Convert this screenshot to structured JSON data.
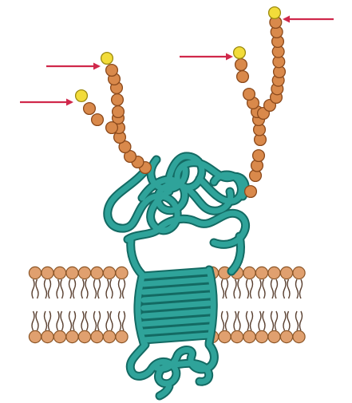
{
  "diagram": {
    "colors": {
      "background": "#ffffff",
      "sugar_bead": "#D9894B",
      "sugar_bead_edge": "#8C4A1C",
      "terminal_bead": "#F2DC3A",
      "terminal_bead_edge": "#9C8A10",
      "protein": "#2FA39A",
      "protein_edge": "#136A63",
      "lipid_head": "#E0A06F",
      "lipid_head_edge": "#8B5526",
      "lipid_tail": "#5A4030",
      "arrow": "#D0284B"
    },
    "elements": {
      "membrane": "lipid-bilayer",
      "protein": "transmembrane-glycoprotein",
      "chains": "branched-oligosaccharide-chains",
      "markers": "terminal-residue-arrows"
    }
  }
}
